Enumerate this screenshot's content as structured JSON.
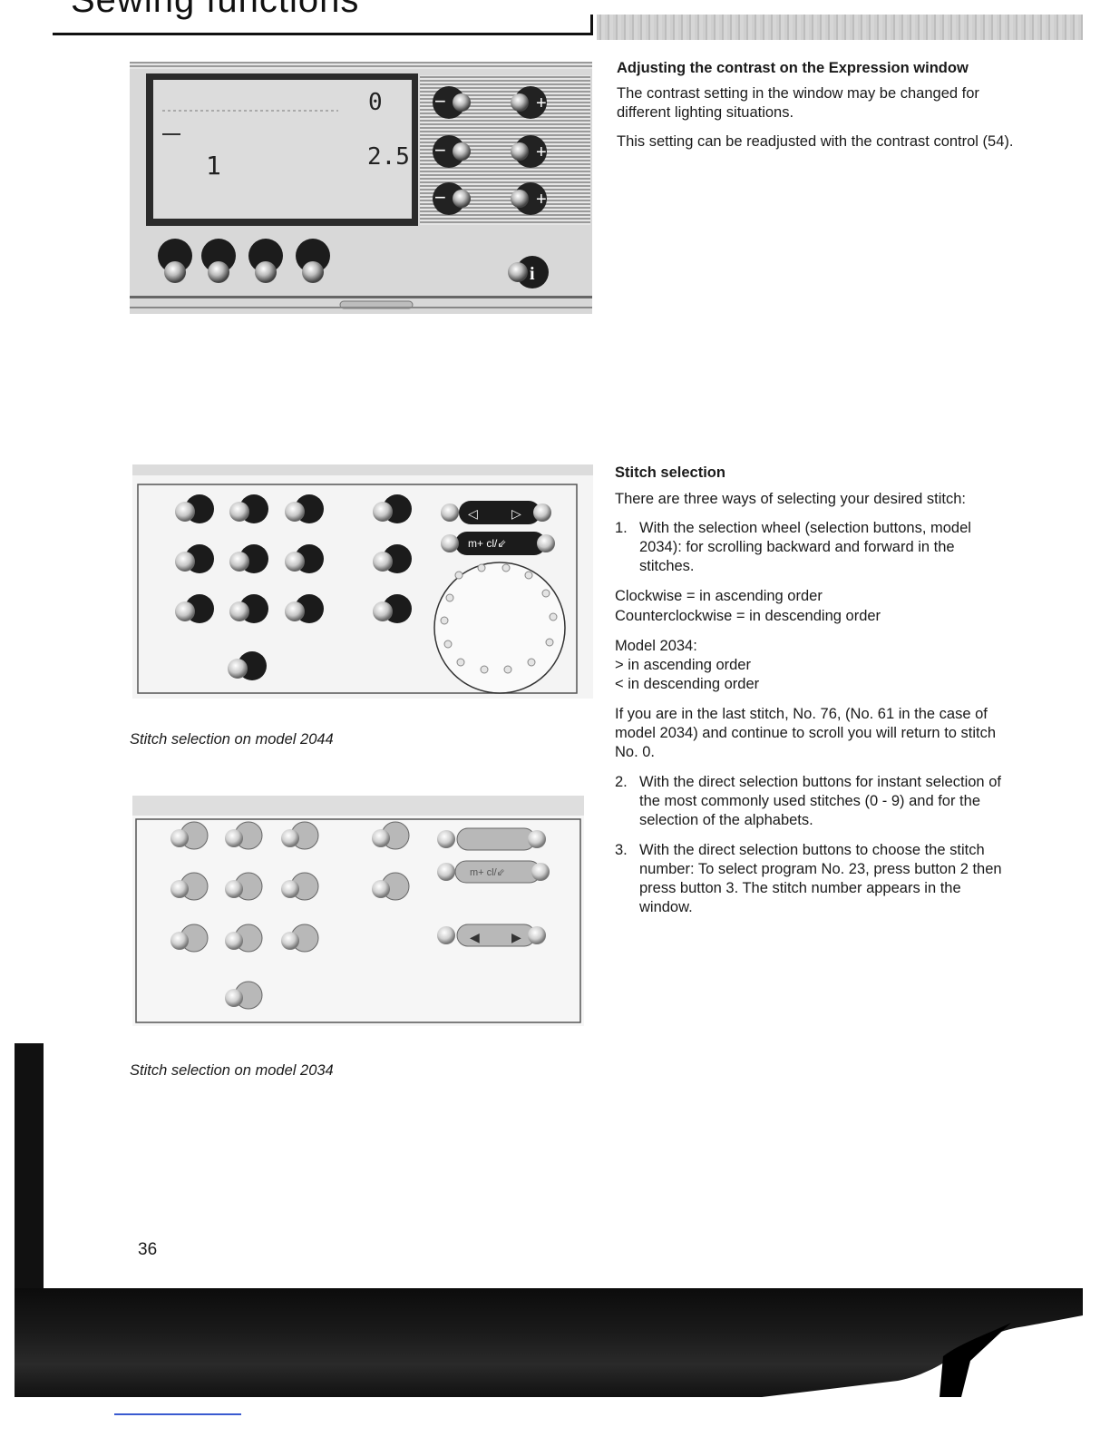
{
  "header": {
    "title": "Sewing functions"
  },
  "contrast_section": {
    "heading": "Adjusting the contrast on the Expression window",
    "para1": "The contrast setting in the window may be changed for different lighting situations.",
    "para2": "This setting can be readjusted with the contrast control (54)."
  },
  "display_panel": {
    "readout_top": "0",
    "readout_left": "1",
    "readout_right": "2.5"
  },
  "stitch_section": {
    "heading": "Stitch selection",
    "intro": "There are three ways of selecting your desired stitch:",
    "item1_num": "1.",
    "item1_text": "With the selection wheel (selection buttons, model 2034): for scrolling backward and forward in the stitches.",
    "clockwise": "Clockwise = in ascending order",
    "counterclockwise": "Counterclockwise = in descending order",
    "model_label": "Model 2034:",
    "model_asc": "> in ascending order",
    "model_desc": "< in descending order",
    "last_stitch": "If you are in the last stitch, No. 76, (No. 61 in the case of model 2034) and continue to scroll you will return to stitch No. 0.",
    "item2_num": "2.",
    "item2_text": "With the direct selection buttons for instant selection of the most commonly used stitches (0 - 9) and for the selection of the alphabets.",
    "item3_num": "3.",
    "item3_text": "With the direct selection buttons to choose the stitch number: To select program No. 23, press button 2 then press button 3. The stitch number appears in the window."
  },
  "panel_2044": {
    "caption": "Stitch selection on model 2044",
    "memory_label": "m+ cl/⇙"
  },
  "panel_2034": {
    "caption": "Stitch selection on model 2034",
    "memory_label": "m+ cl/⇙"
  },
  "footer": {
    "page_number": "36"
  }
}
